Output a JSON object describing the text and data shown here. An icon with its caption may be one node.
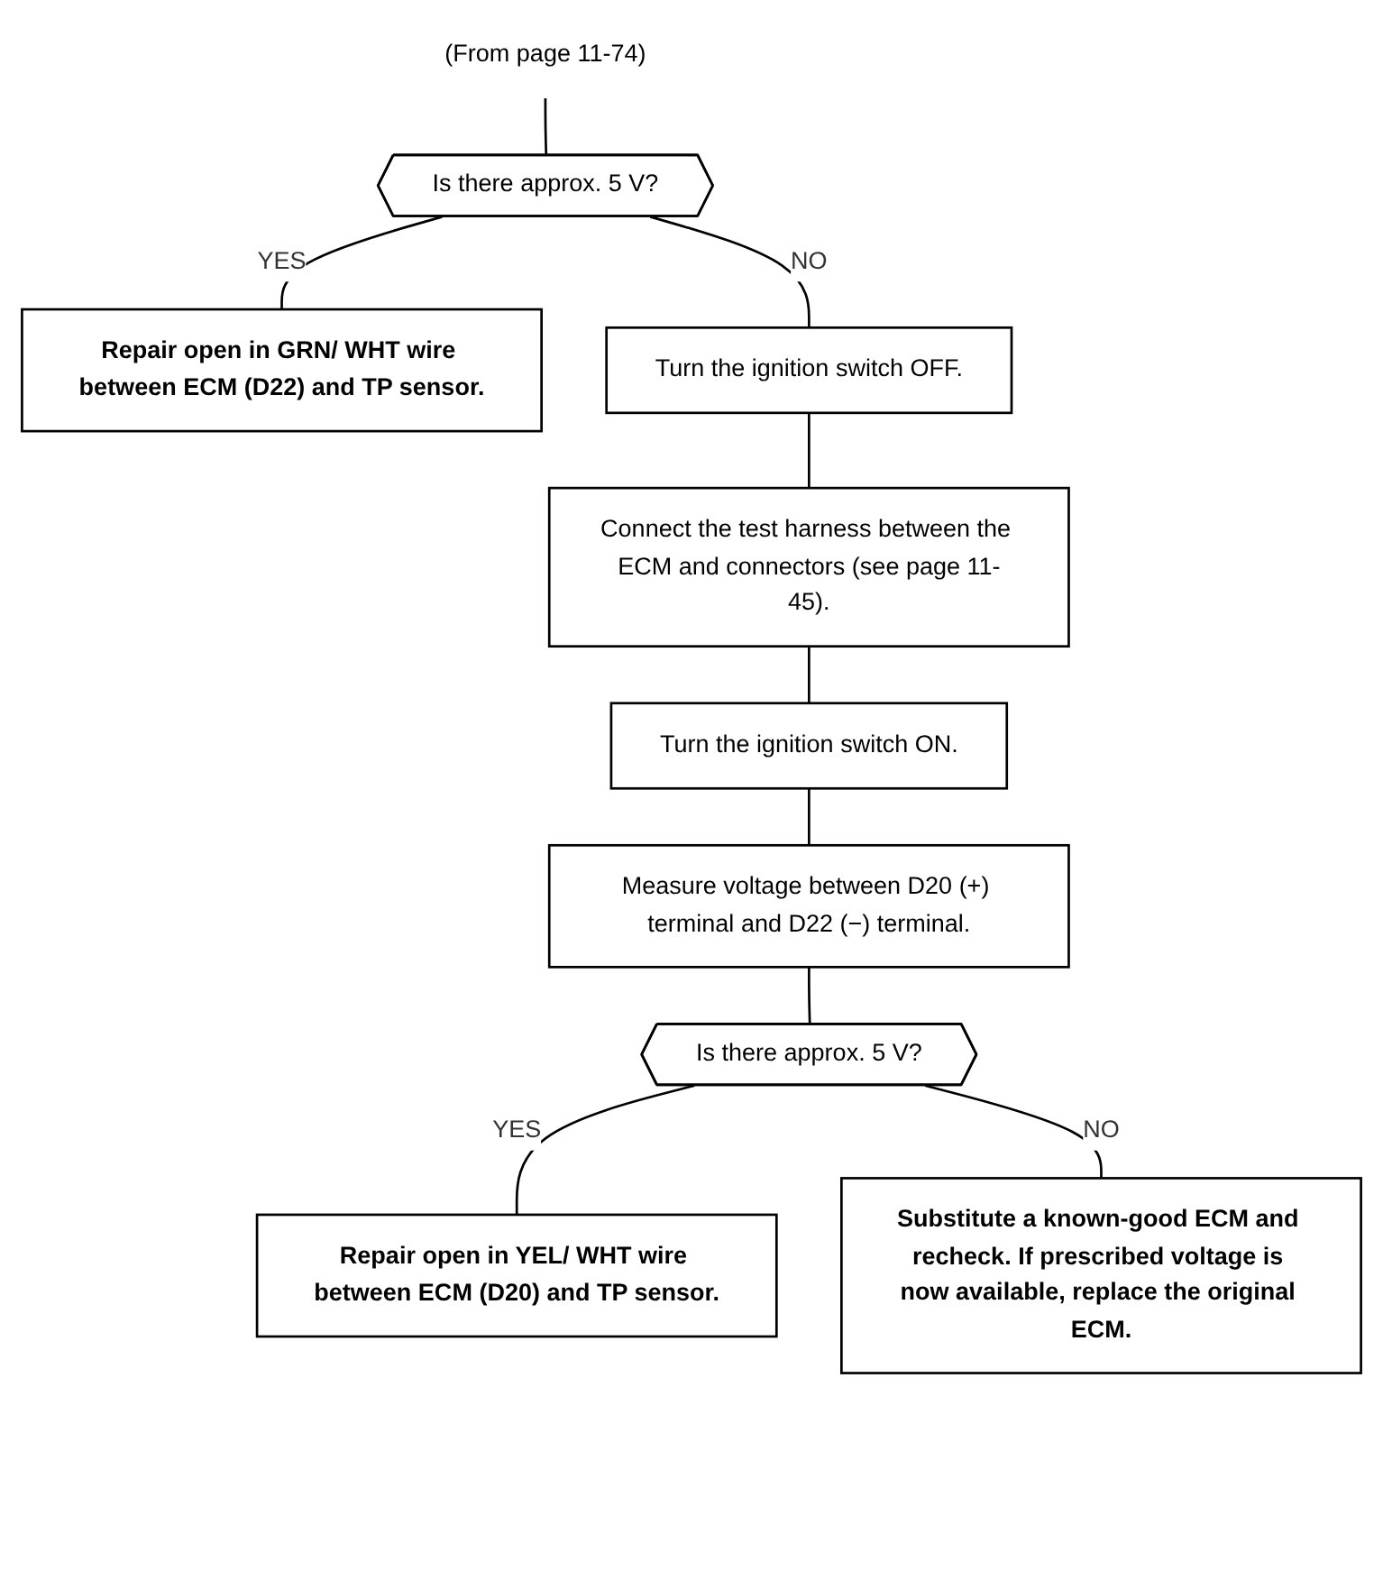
{
  "diagram": {
    "nodes": [
      {
        "text": [
          "(From page 11-74)"
        ]
      },
      {
        "text": [
          "Is there approx. 5 V?"
        ]
      },
      {
        "text": [
          "Repair open in GRN/ WHT wire between ECM (D22) and TP sensor."
        ]
      },
      {
        "text": [
          "Turn the ignition switch OFF."
        ]
      },
      {
        "text": [
          "Connect the test harness between the ECM and connectors (see page 11-45)."
        ]
      },
      {
        "text": [
          "Turn the ignition switch ON."
        ]
      },
      {
        "text": [
          "Measure voltage between D20 (+) terminal and D22 (−) terminal."
        ]
      },
      {
        "text": [
          "Is there approx. 5 V?"
        ]
      },
      {
        "text": [
          "Repair open in YEL/ WHT wire between ECM (D20) and TP sensor."
        ]
      },
      {
        "text": [
          "Substitute a known-good ECM and recheck. If prescribed voltage is now available, replace the original ECM."
        ]
      }
    ],
    "edges": [
      {
        "from": 0,
        "to": 1,
        "arrow": "none"
      },
      {
        "from": 1,
        "to": 2,
        "arrow": "none",
        "label": "YES"
      },
      {
        "from": 1,
        "to": 3,
        "arrow": "none",
        "label": "NO"
      },
      {
        "from": 3,
        "to": 4,
        "arrow": "none"
      },
      {
        "from": 4,
        "to": 5,
        "arrow": "none"
      },
      {
        "from": 5,
        "to": 6,
        "arrow": "none"
      },
      {
        "from": 6,
        "to": 7,
        "arrow": "none"
      },
      {
        "from": 7,
        "to": 8,
        "arrow": "none",
        "label": "YES"
      },
      {
        "from": 7,
        "to": 9,
        "arrow": "none",
        "label": "NO"
      }
    ]
  }
}
